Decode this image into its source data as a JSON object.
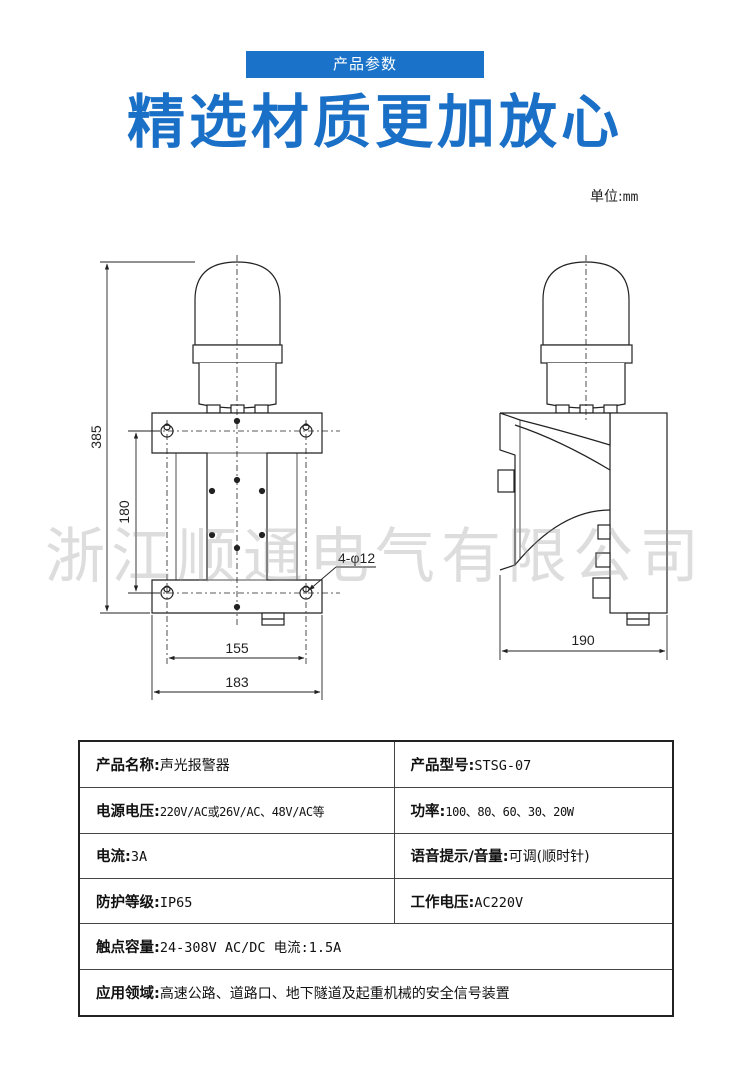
{
  "header": {
    "badge": "产品参数",
    "headline": "精选材质更加放心",
    "unit_label": "单位:",
    "unit_value": "mm"
  },
  "drawing": {
    "dim_total_height": "385",
    "dim_mount_height": "180",
    "dim_hole_spacing": "155",
    "dim_base_width": "183",
    "dim_hole_spec": "4-φ12",
    "dim_side_depth": "190"
  },
  "watermark": "浙江顺通电气有限公司",
  "specs": {
    "name_label": "产品名称:",
    "name_value": "声光报警器",
    "model_label": "产品型号:",
    "model_value": "STSG-07",
    "power_supply_label": "电源电压:",
    "power_supply_value": "220V/AC或26V/AC、48V/AC等",
    "power_label": "功率:",
    "power_value": "100、80、60、30、20W",
    "current_label": "电流:",
    "current_value": "3A",
    "voice_label": "语音提示/音量:",
    "voice_value": "可调(顺时针)",
    "protection_label": "防护等级:",
    "protection_value": "IP65",
    "work_voltage_label": "工作电压:",
    "work_voltage_value": "AC220V",
    "contact_label": "触点容量:",
    "contact_value": "24-308V AC/DC 电流:1.5A",
    "application_label": "应用领域:",
    "application_value": "高速公路、道路口、地下隧道及起重机械的安全信号装置"
  }
}
